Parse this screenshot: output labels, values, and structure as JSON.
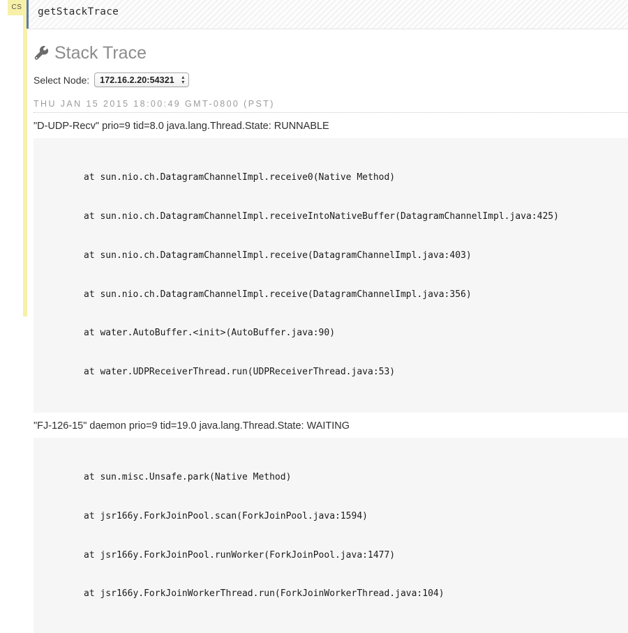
{
  "cell": {
    "prompt_label": "CS",
    "input_code": "getStackTrace"
  },
  "output": {
    "heading": "Stack Trace",
    "heading_icon": "wrench-icon",
    "node_selector": {
      "label": "Select Node:",
      "selected": "172.16.2.20:54321",
      "options": [
        "172.16.2.20:54321"
      ]
    },
    "timestamp": "THU JAN 15 2015 18:00:49 GMT-0800 (PST)",
    "threads": [
      {
        "header": "\"D-UDP-Recv\" prio=9 tid=8.0 java.lang.Thread.State: RUNNABLE",
        "frames": [
          "at sun.nio.ch.DatagramChannelImpl.receive0(Native Method)",
          "at sun.nio.ch.DatagramChannelImpl.receiveIntoNativeBuffer(DatagramChannelImpl.java:425)",
          "at sun.nio.ch.DatagramChannelImpl.receive(DatagramChannelImpl.java:403)",
          "at sun.nio.ch.DatagramChannelImpl.receive(DatagramChannelImpl.java:356)",
          "at water.AutoBuffer.<init>(AutoBuffer.java:90)",
          "at water.UDPReceiverThread.run(UDPReceiverThread.java:53)"
        ]
      },
      {
        "header": "\"FJ-126-15\" daemon prio=9 tid=19.0 java.lang.Thread.State: WAITING",
        "frames": [
          "at sun.misc.Unsafe.park(Native Method)",
          "at jsr166y.ForkJoinPool.scan(ForkJoinPool.java:1594)",
          "at jsr166y.ForkJoinPool.runWorker(ForkJoinPool.java:1477)",
          "at jsr166y.ForkJoinWorkerThread.run(ForkJoinWorkerThread.java:104)"
        ]
      }
    ]
  },
  "colors": {
    "prompt_yellow": "#f7f0a8",
    "input_accent": "#5b7ba8",
    "code_background": "#f6f6f6",
    "heading_gray": "#8c8c8c"
  }
}
